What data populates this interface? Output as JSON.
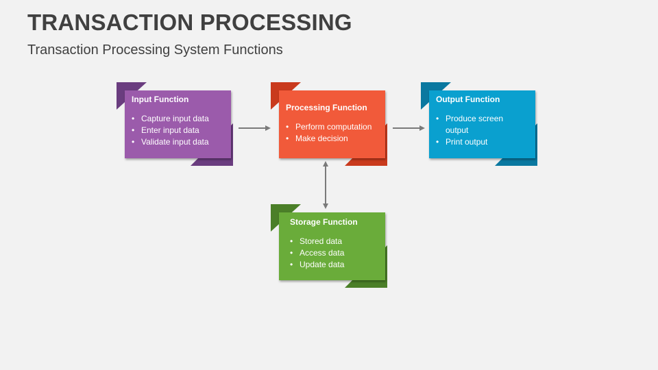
{
  "slide": {
    "title": "TRANSACTION PROCESSING",
    "subtitle": "Transaction Processing System Functions"
  },
  "colors": {
    "input": {
      "card": "#9b5bab",
      "dark": "#6a3d7f"
    },
    "processing": {
      "card": "#f15a3a",
      "dark": "#c93a1d"
    },
    "output": {
      "card": "#0aa0cf",
      "dark": "#0a78a0"
    },
    "storage": {
      "card": "#6aac3a",
      "dark": "#4b7f28"
    },
    "arrow": "#7a7a7a"
  },
  "functions": {
    "input": {
      "title": "Input Function",
      "items": [
        "Capture input data",
        "Enter input data",
        "Validate input data"
      ]
    },
    "processing": {
      "title": "Processing Function",
      "items": [
        "Perform computation",
        "Make decision"
      ]
    },
    "output": {
      "title": "Output Function",
      "items": [
        "Produce screen output",
        "Print output"
      ]
    },
    "storage": {
      "title": "Storage Function",
      "items": [
        "Stored data",
        "Access data",
        "Update data"
      ]
    }
  }
}
